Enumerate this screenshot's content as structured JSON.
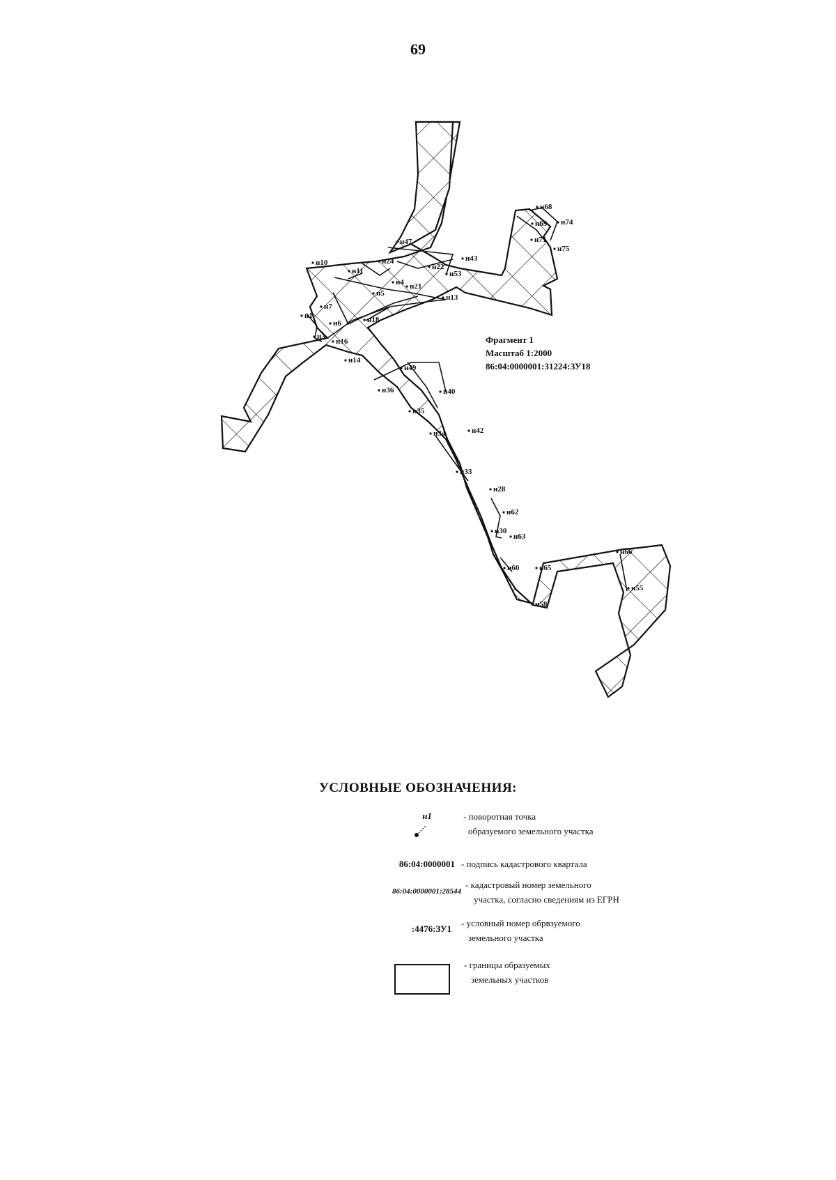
{
  "page_number": "69",
  "fragment": {
    "title": "Фрагмент 1",
    "scale": "Масштаб 1:2000",
    "parcel_id": "86:04:0000001:31224:ЗУ18"
  },
  "points": [
    {
      "label": "н68"
    },
    {
      "label": "н69"
    },
    {
      "label": "н74"
    },
    {
      "label": "н71"
    },
    {
      "label": "н75"
    },
    {
      "label": "н47"
    },
    {
      "label": "н43"
    },
    {
      "label": "н10"
    },
    {
      "label": "н24"
    },
    {
      "label": "н22"
    },
    {
      "label": "н11"
    },
    {
      "label": "н53"
    },
    {
      "label": "н4"
    },
    {
      "label": "н21"
    },
    {
      "label": "н13"
    },
    {
      "label": "н5"
    },
    {
      "label": "н7"
    },
    {
      "label": "н1"
    },
    {
      "label": "н6"
    },
    {
      "label": "н18"
    },
    {
      "label": "н3"
    },
    {
      "label": "н16"
    },
    {
      "label": "н14"
    },
    {
      "label": "н49"
    },
    {
      "label": "н36"
    },
    {
      "label": "н40"
    },
    {
      "label": "н35"
    },
    {
      "label": "н42"
    },
    {
      "label": "н34"
    },
    {
      "label": "н33"
    },
    {
      "label": "н28"
    },
    {
      "label": "н62"
    },
    {
      "label": "н30"
    },
    {
      "label": "н63"
    },
    {
      "label": "н66"
    },
    {
      "label": "н60"
    },
    {
      "label": "н65"
    },
    {
      "label": "н55"
    },
    {
      "label": "н58"
    }
  ],
  "legend": {
    "title": "УСЛОВНЫЕ ОБОЗНАЧЕНИЯ:",
    "items": [
      {
        "symbol": "н1",
        "line1": "- поворотная точка",
        "line2": "образуемого земельного участка"
      },
      {
        "symbol": "86:04:0000001",
        "line1": "- подпись кадастрового квартала",
        "line2": ""
      },
      {
        "symbol": "86:04:0000001:28544",
        "line1": "- кадастровый номер земельного",
        "line2": "участка, согласно сведениям из ЕГРН"
      },
      {
        "symbol": ":4476:ЗУ1",
        "line1": "- условный номер обрвзуемого",
        "line2": "земельного участка"
      },
      {
        "symbol": "",
        "line1": "- границы образуемых",
        "line2": "земельных участков"
      }
    ]
  }
}
